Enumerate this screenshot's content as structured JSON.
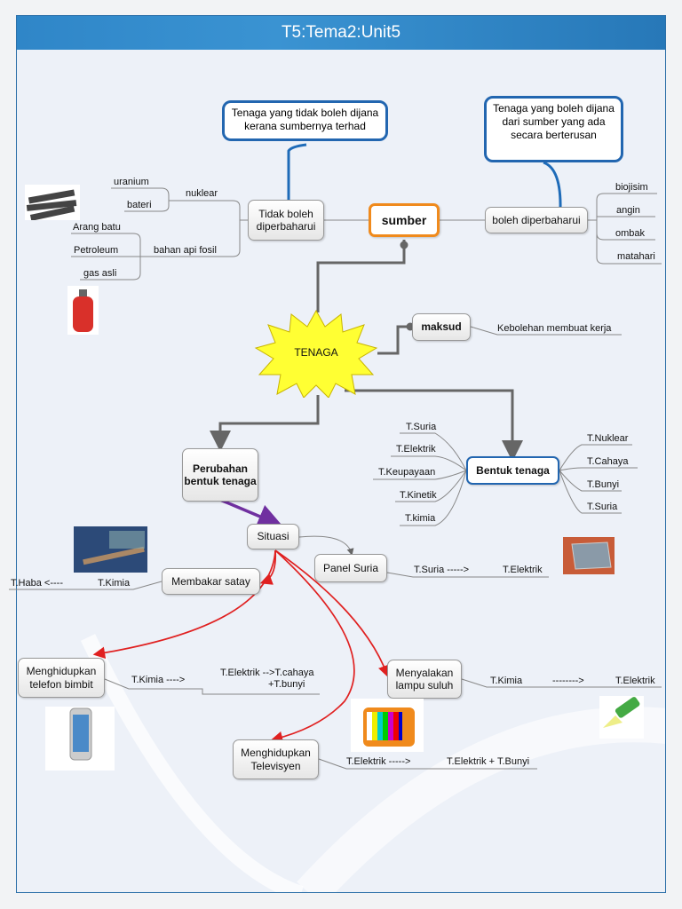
{
  "title": "T5:Tema2:Unit5",
  "callouts": {
    "non_renewable": "Tenaga yang tidak boleh dijana kerana sumbernya terhad",
    "renewable": "Tenaga yang boleh dijana dari sumber yang ada secara berterusan"
  },
  "nodes": {
    "sumber": "sumber",
    "tidak_boleh": "Tidak boleh diperbaharui",
    "boleh": "boleh diperbaharui",
    "tenaga": "TENAGA",
    "maksud": "maksud",
    "bentuk": "Bentuk tenaga",
    "perubahan": "Perubahan bentuk tenaga",
    "situasi": "Situasi",
    "panel": "Panel Suria",
    "satay": "Membakar satay",
    "telefon": "Menghidupkan telefon bimbit",
    "lampu": "Menyalakan lampu suluh",
    "tv": "Menghidupkan Televisyen"
  },
  "non_renewable": {
    "nuklear": "nuklear",
    "uranium": "uranium",
    "bateri": "bateri",
    "fosil": "bahan api fosil",
    "arang": "Arang batu",
    "petroleum": "Petroleum",
    "gas": "gas asli"
  },
  "renewable": [
    "biojisim",
    "angin",
    "ombak",
    "matahari"
  ],
  "maksud_text": "Kebolehan membuat kerja",
  "bentuk_left": [
    "T.Suria",
    "T.Elektrik",
    "T.Keupayaan",
    "T.Kinetik",
    "T.kimia"
  ],
  "bentuk_right": [
    "T.Nuklear",
    "T.Cahaya",
    "T.Bunyi",
    "T.Suria"
  ],
  "conversions": {
    "panel": [
      "T.Suria ----->",
      "T.Elektrik"
    ],
    "satay": [
      "T.Haba <----",
      "T.Kimia"
    ],
    "telefon": [
      "T.Kimia ---->",
      "T.Elektrik -->T.cahaya",
      "+T.bunyi"
    ],
    "lampu": [
      "T.Kimia",
      "-------->",
      "T.Elektrik"
    ],
    "tv": [
      "T.Elektrik  ----->",
      "T.Elektrik + T.Bunyi"
    ]
  },
  "colors": {
    "title_bar": "#2f86c8",
    "sumber_border": "#f08a1c",
    "callout_border": "#2266b0",
    "star": "#ffff33",
    "arrows_red": "#e02020",
    "arrow_purple": "#7030a0"
  }
}
